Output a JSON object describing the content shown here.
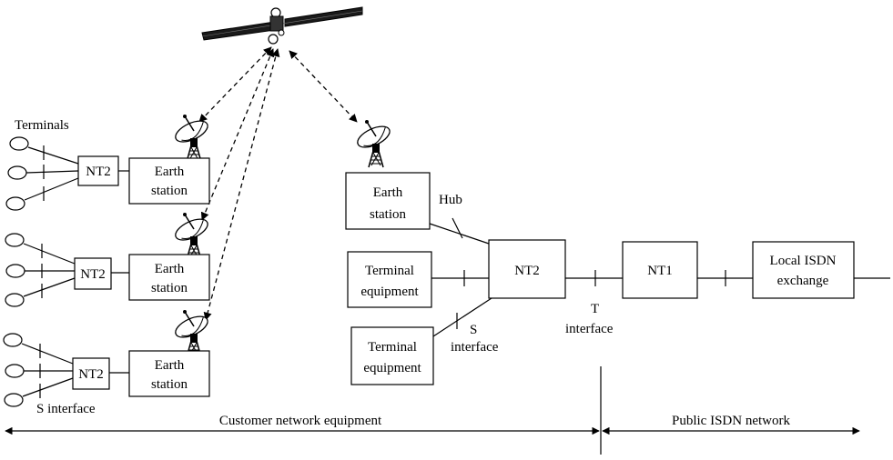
{
  "labels": {
    "terminals": "Terminals",
    "nt2": "NT2",
    "earth": "Earth",
    "station": "station",
    "hub": "Hub",
    "terminal": "Terminal",
    "equipment": "equipment",
    "s_letter": "S",
    "interface": "interface",
    "t_letter": "T",
    "nt1": "NT1",
    "local_isdn": "Local ISDN",
    "exchange": "exchange",
    "s_interface": "S interface",
    "customer_network": "Customer network equipment",
    "public_isdn": "Public ISDN network"
  },
  "icons": {
    "satellite": "satellite-icon",
    "dish": "dish-antenna-icon",
    "terminal": "terminal-circle-icon"
  }
}
